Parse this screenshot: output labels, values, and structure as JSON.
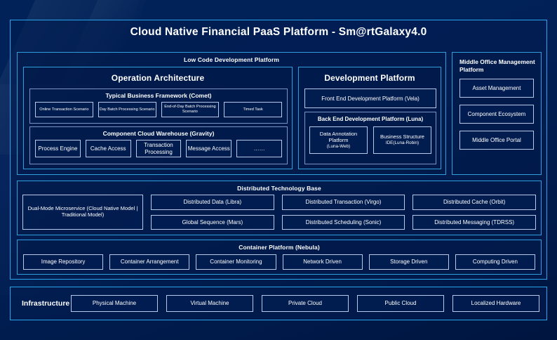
{
  "title": "Cloud Native Financial PaaS Platform - Sm@rtGalaxy4.0",
  "colors": {
    "accent_border": "#2aa3e8",
    "section_border": "#2f9fdc",
    "group_border": "#7b93c4",
    "chip_border": "#b8c8e8",
    "background": "#001b4d",
    "text": "#ffffff"
  },
  "low_code": {
    "title": "Low Code Development Platform",
    "operation_architecture": {
      "title": "Operation Architecture",
      "business_framework": {
        "title": "Typical Business Framework (Comet)",
        "items": [
          "Online Transaction Scenario",
          "Day Batch Processing Scenario",
          "End-of-Day Batch Processing Scenario",
          "Timed Task"
        ]
      },
      "component_cloud_warehouse": {
        "title": "Component Cloud Warehouse (Gravity)",
        "items": [
          "Process Engine",
          "Cache Access",
          "Transaction Processing",
          "Message Access",
          "……"
        ]
      }
    },
    "development_platform": {
      "title": "Development Platform",
      "front_end": "Front End Development Platform (Vela)",
      "back_end": {
        "title": "Back End Development Platform (Luna)",
        "items": [
          {
            "name": "Data Annotation Platform",
            "sub": "(Luna-Web)"
          },
          {
            "name": "Business Structure",
            "sub": "IDE(Luna-Robin)"
          }
        ]
      }
    }
  },
  "middle_office": {
    "title": "Middle Office Management Platform",
    "items": [
      "Asset Management",
      "Component Ecosystem",
      "Middle Office Portal"
    ]
  },
  "distributed_base": {
    "title": "Distributed Technology Base",
    "wide_item": "Dual-Mode Microservice (Cloud Native Model | Traditional Model)",
    "columns": [
      [
        "Distributed Data (Libra)",
        "Global Sequence (Mars)"
      ],
      [
        "Distributed Transaction (Virgo)",
        "Distributed Scheduling (Sonic)"
      ],
      [
        "Distributed Cache (Orbit)",
        "Distributed Messaging (TDRSS)"
      ]
    ]
  },
  "container_platform": {
    "title": "Container Platform (Nebula)",
    "items": [
      "Image Repository",
      "Container Arrangement",
      "Container Monitoring",
      "Network Driven",
      "Storage Driven",
      "Computing Driven"
    ]
  },
  "infrastructure": {
    "label": "Infrastructure",
    "items": [
      "Physical Machine",
      "Virtual Machine",
      "Private Cloud",
      "Public Cloud",
      "Localized Hardware"
    ]
  }
}
